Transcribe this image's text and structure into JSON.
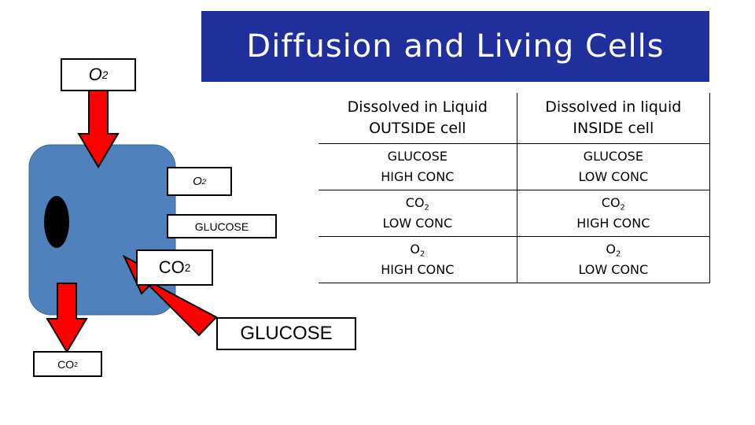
{
  "title": "Diffusion and Living Cells",
  "colors": {
    "banner": "#1f2f9c",
    "cell": "#4f81bd",
    "nucleus": "#000000",
    "arrow": "#ff0000"
  },
  "labels": {
    "o2_outside_main": "O",
    "o2_outside_sub": "2",
    "o2_inside_main": "O",
    "o2_inside_sub": "2",
    "glucose_inside": "GLUCOSE",
    "co2_inside_main": "CO",
    "co2_inside_sub": "2",
    "glucose_outside": "GLUCOSE",
    "co2_outside_main": "CO",
    "co2_outside_sub": "2"
  },
  "table": {
    "headers": [
      {
        "line1": "Dissolved in Liquid",
        "line2": "OUTSIDE cell"
      },
      {
        "line1": "Dissolved in liquid",
        "line2": "INSIDE cell"
      }
    ],
    "rows": [
      [
        {
          "main": "GLUCOSE",
          "sub": "",
          "conc": "HIGH CONC"
        },
        {
          "main": "GLUCOSE",
          "sub": "",
          "conc": "LOW CONC"
        }
      ],
      [
        {
          "main": "CO",
          "sub": "2",
          "conc": "LOW CONC"
        },
        {
          "main": "CO",
          "sub": "2",
          "conc": "HIGH CONC"
        }
      ],
      [
        {
          "main": "O",
          "sub": "2",
          "conc": "HIGH CONC"
        },
        {
          "main": "O",
          "sub": "2",
          "conc": "LOW CONC"
        }
      ]
    ]
  }
}
